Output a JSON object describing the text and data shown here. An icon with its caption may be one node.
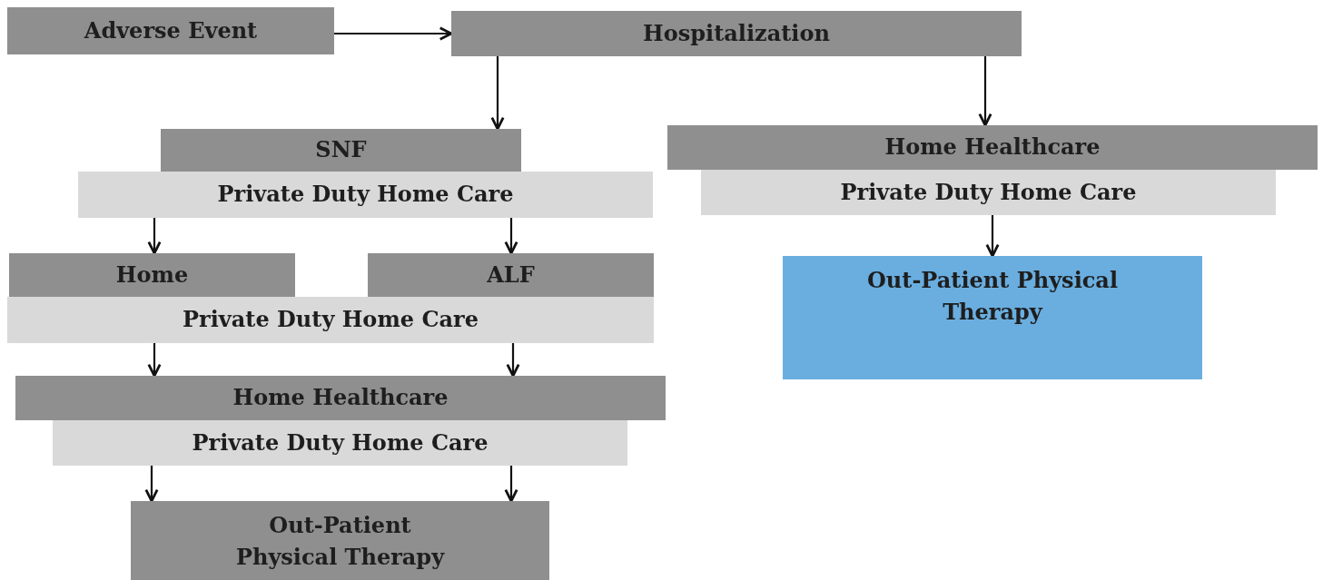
{
  "diagram": {
    "nodes": [
      {
        "text": [
          "Adverse Event"
        ]
      },
      {
        "text": [
          "Hospitalization"
        ]
      },
      {
        "text": [
          "SNF"
        ]
      },
      {
        "text": [
          "Private Duty Home Care"
        ]
      },
      {
        "text": [
          "Home"
        ]
      },
      {
        "text": [
          "ALF"
        ]
      },
      {
        "text": [
          "Private Duty Home Care"
        ]
      },
      {
        "text": [
          "Home Healthcare"
        ]
      },
      {
        "text": [
          "Private Duty Home Care"
        ]
      },
      {
        "text": [
          "Out-Patient Physical Therapy"
        ]
      },
      {
        "text": [
          "Home Healthcare"
        ]
      },
      {
        "text": [
          "Private Duty Home Care"
        ]
      },
      {
        "text": [
          "Out-Patient Physical Therapy"
        ]
      }
    ],
    "edges": [
      {
        "from": 0,
        "to": 1,
        "arrow": "to"
      },
      {
        "from": 1,
        "to": 2,
        "arrow": "to"
      },
      {
        "from": 1,
        "to": 10,
        "arrow": "to"
      },
      {
        "from": 3,
        "to": 4,
        "arrow": "to"
      },
      {
        "from": 3,
        "to": 5,
        "arrow": "to"
      },
      {
        "from": 6,
        "to": 7,
        "arrow": "to"
      },
      {
        "from": 6,
        "to": 7,
        "arrow": "to"
      },
      {
        "from": 8,
        "to": 9,
        "arrow": "to"
      },
      {
        "from": 8,
        "to": 9,
        "arrow": "to"
      },
      {
        "from": 11,
        "to": 12,
        "arrow": "to"
      }
    ]
  }
}
